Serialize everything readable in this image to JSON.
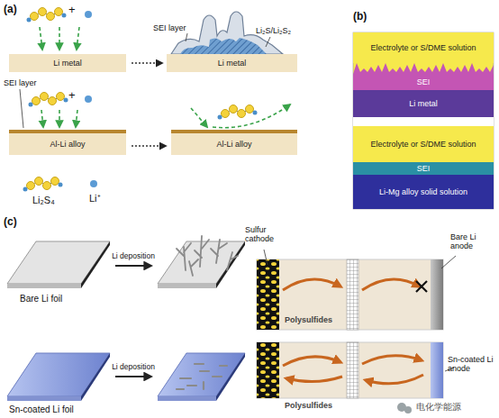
{
  "diagram": {
    "nodes": [
      {
        "text": [
          "Li metal"
        ]
      },
      {
        "text": [
          "Li metal"
        ]
      },
      {
        "text": [
          "Al-Li alloy"
        ]
      },
      {
        "text": [
          "Al-Li alloy"
        ]
      },
      {
        "text": [
          "Electrolyte or S/DME solution"
        ]
      },
      {
        "text": [
          "SEI"
        ]
      },
      {
        "text": [
          "Li metal"
        ]
      },
      {
        "text": [
          "Electrolyte or S/DME solution"
        ]
      },
      {
        "text": [
          "SEI"
        ]
      },
      {
        "text": [
          "Li-Mg alloy solid solution"
        ]
      }
    ],
    "labels": [
      "(a)",
      "+",
      "SEI layer",
      "Li₂S/Li₂S₂",
      "SEI layer",
      "+",
      "(b)",
      "(c)",
      "Li deposition",
      "Bare Li foil",
      "Li deposition",
      "Sn-coated Li foil",
      "Sulfur cathode",
      "Bare Li anode",
      "Polysulfides",
      "Polysulfides",
      "Sn-coated Li anode",
      "电化学能源"
    ],
    "legend": [
      {
        "text": "Li₂S₄"
      },
      {
        "text": "Li⁺"
      }
    ]
  }
}
